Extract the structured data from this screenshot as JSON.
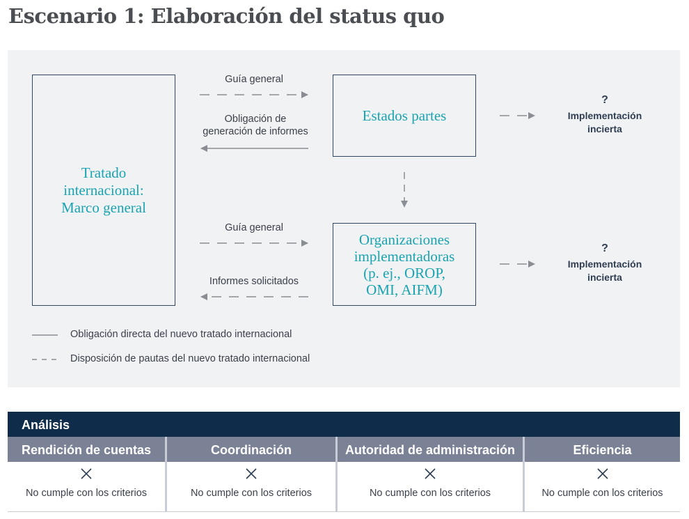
{
  "title": "Escenario 1: Elaboración del status quo",
  "diagram": {
    "tratado": {
      "line1": "Tratado",
      "line2": "internacional:",
      "line3": "Marco general"
    },
    "estados": "Estados partes",
    "organizaciones": {
      "line1": "Organizaciones",
      "line2": "implementadoras",
      "line3": "(p. ej., OROP,",
      "line4": "OMI, AIFM)"
    },
    "arrow_labels": {
      "guia_top": "Guía general",
      "obligacion_line1": "Obligación de",
      "obligacion_line2": "generación de informes",
      "guia_bottom": "Guía general",
      "informes": "Informes solicitados"
    },
    "implementacion": {
      "question": "?",
      "line1": "Implementación",
      "line2": "incierta"
    },
    "legend": {
      "solid": "Obligación directa del nuevo tratado internacional",
      "dashed": "Disposición de pautas del nuevo tratado internacional"
    }
  },
  "analysis": {
    "heading": "Análisis",
    "columns": [
      {
        "header": "Rendición de cuentas",
        "result": "No cumple con los criterios"
      },
      {
        "header": "Coordinación",
        "result": "No cumple con los criterios"
      },
      {
        "header": "Autoridad de administración",
        "result": "No cumple con los criterios"
      },
      {
        "header": "Eficiencia",
        "result": "No cumple con los criterios"
      }
    ]
  },
  "colors": {
    "box_text": "#1aa3b1",
    "box_border": "#2f4760",
    "panel_bg": "#f1f2f4",
    "header_dark": "#0f2d4a",
    "header_gray": "#7b8296",
    "arrow": "#8a8d93"
  }
}
